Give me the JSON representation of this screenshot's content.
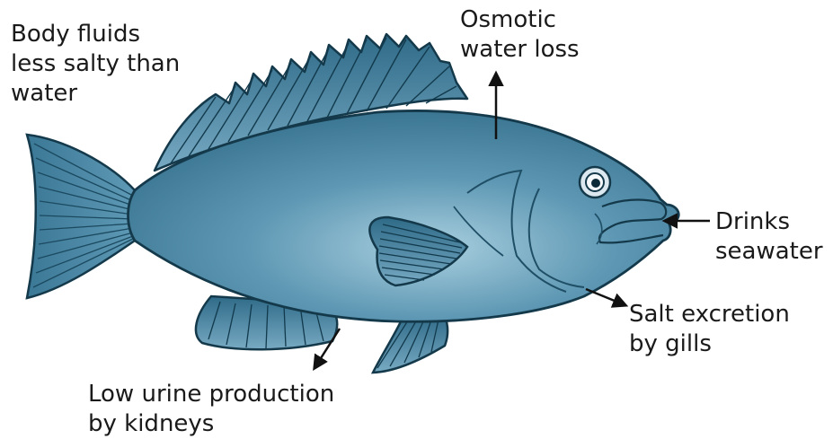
{
  "labels": {
    "body_fluids": "Body fluids\nless salty than\nwater",
    "osmotic": "Osmotic\nwater loss",
    "drinks": "Drinks\nseawater",
    "salt": "Salt excretion\nby gills",
    "urine": "Low urine production\nby kidneys"
  },
  "colors": {
    "fish_body": "#3f7f9e",
    "fish_light": "#8fbad0",
    "fish_dark": "#1f4f66",
    "outline": "#14394a",
    "arrow": "#111111"
  }
}
